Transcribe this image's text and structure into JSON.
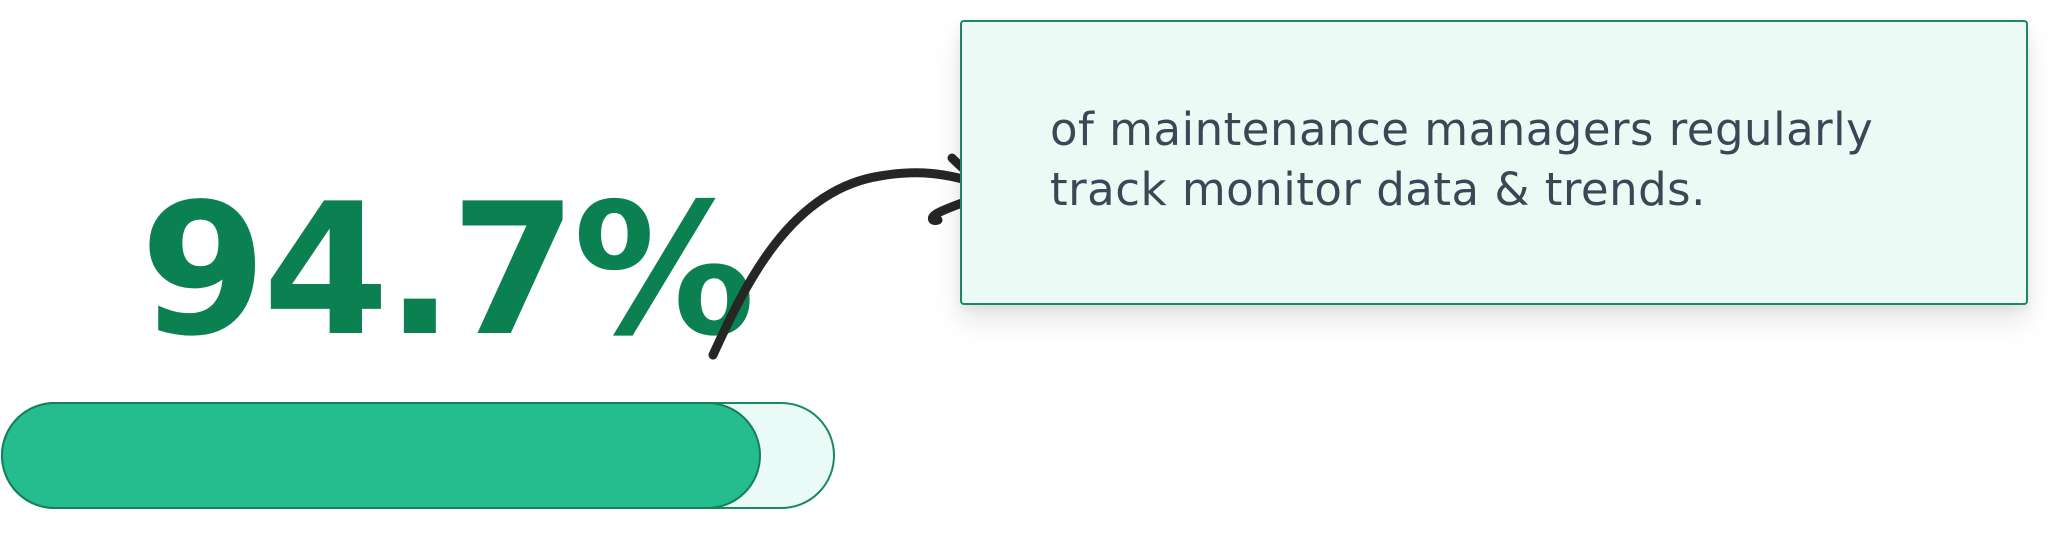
{
  "stat": {
    "value_text": "94.7%",
    "percent": 94.7
  },
  "callout": {
    "text": "of maintenance managers regularly track monitor data & trends."
  },
  "colors": {
    "stat_text": "#0b8152",
    "bar_fill": "#25bc8e",
    "bar_track": "#eafaf6",
    "bar_border": "#1a8a5e",
    "callout_bg": "#ebfaf5",
    "callout_border": "#1a8a5e",
    "callout_text": "#3a4856",
    "arrow": "#262626"
  },
  "icons": {
    "pointer": "curved-arrow-icon"
  }
}
